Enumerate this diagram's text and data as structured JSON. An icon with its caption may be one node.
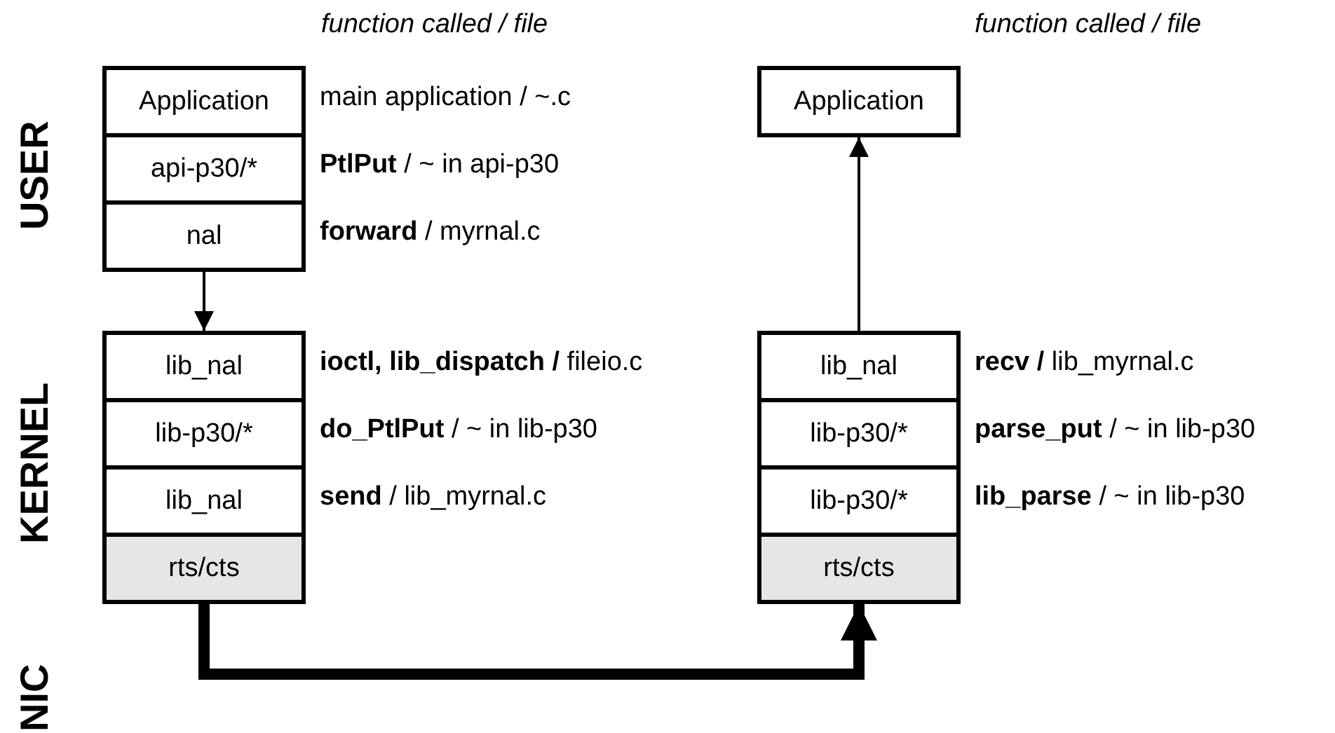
{
  "diagram": {
    "nodes": [
      {
        "text": [
          "Application"
        ],
        "beside": [
          "main application / ~.c"
        ]
      },
      {
        "text": [
          "api-p30/*"
        ],
        "beside": [
          "**PtlPut** / ~ in api-p30"
        ]
      },
      {
        "text": [
          "nal"
        ],
        "beside": [
          "**forward** / myrnal.c"
        ]
      },
      {
        "text": [
          "lib_nal"
        ],
        "beside": [
          "**ioctl, lib_dispatch /** fileio.c"
        ]
      },
      {
        "text": [
          "lib-p30/*"
        ],
        "beside": [
          "**do_PtlPut** / ~ in lib-p30"
        ]
      },
      {
        "text": [
          "lib_nal"
        ],
        "beside": [
          "**send** / lib_myrnal.c"
        ]
      },
      {
        "text": [
          "rts/cts"
        ]
      },
      {
        "text": [
          "Application"
        ]
      },
      {
        "text": [
          "lib_nal"
        ],
        "beside": [
          "**recv /** lib_myrnal.c"
        ]
      },
      {
        "text": [
          "lib-p30/*"
        ],
        "beside": [
          "**parse_put** / ~ in lib-p30"
        ]
      },
      {
        "text": [
          "lib-p30/*"
        ],
        "beside": [
          "**lib_parse** / ~ in lib-p30"
        ]
      },
      {
        "text": [
          "rts/cts"
        ]
      }
    ],
    "edges": [
      {
        "from": 2,
        "to": 3,
        "arrow": "to"
      },
      {
        "from": 8,
        "to": 7,
        "arrow": "to"
      },
      {
        "from": 6,
        "to": 11,
        "arrow": "to",
        "style": "thick"
      }
    ],
    "labels": [
      "function called / file",
      "function called / file",
      "USER",
      "KERNEL",
      "NIC"
    ]
  }
}
